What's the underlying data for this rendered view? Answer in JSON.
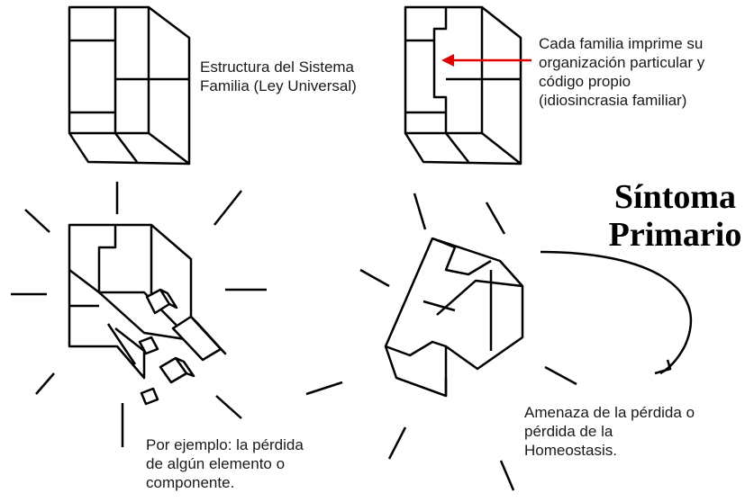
{
  "labels": {
    "estructura": [
      "Estructura del Sistema",
      "Familia (Ley Universal)"
    ],
    "cada_familia": [
      "Cada familia imprime su",
      "organización particular y",
      "código propio",
      "(idiosincrasia familiar)"
    ],
    "sintoma": [
      "Síntoma",
      "Primario"
    ],
    "por_ejemplo": [
      "Por ejemplo: la pérdida",
      "de algún elemento o",
      "componente."
    ],
    "amenaza": [
      "Amenaza de la pérdida o",
      "pérdida de la",
      "Homeostasis."
    ]
  },
  "colors": {
    "line": "#000000",
    "arrow": "#e00000",
    "text": "#1a1a1a"
  }
}
